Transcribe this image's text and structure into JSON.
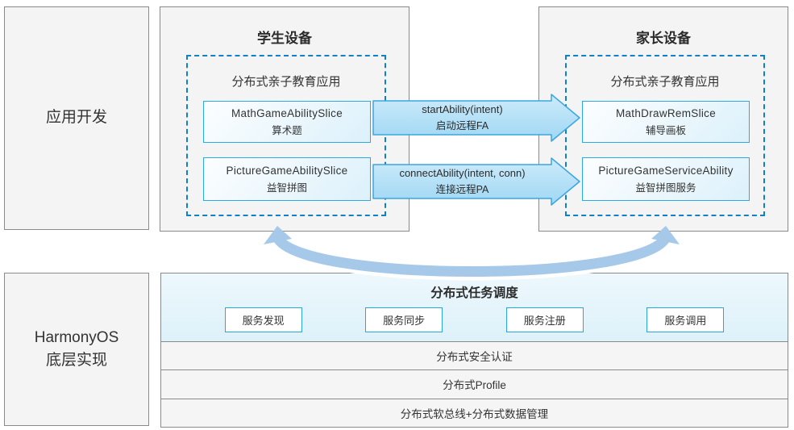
{
  "left_column": {
    "app_dev_label": "应用开发",
    "harmony_line1": "HarmonyOS",
    "harmony_line2": "底层实现"
  },
  "student_device": {
    "title": "学生设备",
    "app_group": "分布式亲子教育应用",
    "slices": [
      {
        "name": "MathGameAbilitySlice",
        "desc": "算术题"
      },
      {
        "name": "PictureGameAbilitySlice",
        "desc": "益智拼图"
      }
    ]
  },
  "parent_device": {
    "title": "家长设备",
    "app_group": "分布式亲子教育应用",
    "slices": [
      {
        "name": "MathDrawRemSlice",
        "desc": "辅导画板"
      },
      {
        "name": "PictureGameServiceAbility",
        "desc": "益智拼图服务"
      }
    ]
  },
  "arrows": [
    {
      "api": "startAbility(intent)",
      "desc": "启动远程FA"
    },
    {
      "api": "connectAbility(intent, conn)",
      "desc": "连接远程PA"
    }
  ],
  "scheduler": {
    "title": "分布式任务调度",
    "services": [
      "服务发现",
      "服务同步",
      "服务注册",
      "服务调用"
    ],
    "layers": [
      "分布式安全认证",
      "分布式Profile",
      "分布式软总线+分布式数据管理"
    ]
  },
  "colors": {
    "accent_blue": "#1080c8",
    "slice_border": "#29abe2",
    "arrow_fill": "#b3e0f8",
    "arrow_border": "#3ba6de",
    "curve_blue": "#a6c9ea",
    "header_bg": "#e6f4fb",
    "box_bg": "#f4f4f4",
    "border_gray": "#8a8a8a"
  }
}
